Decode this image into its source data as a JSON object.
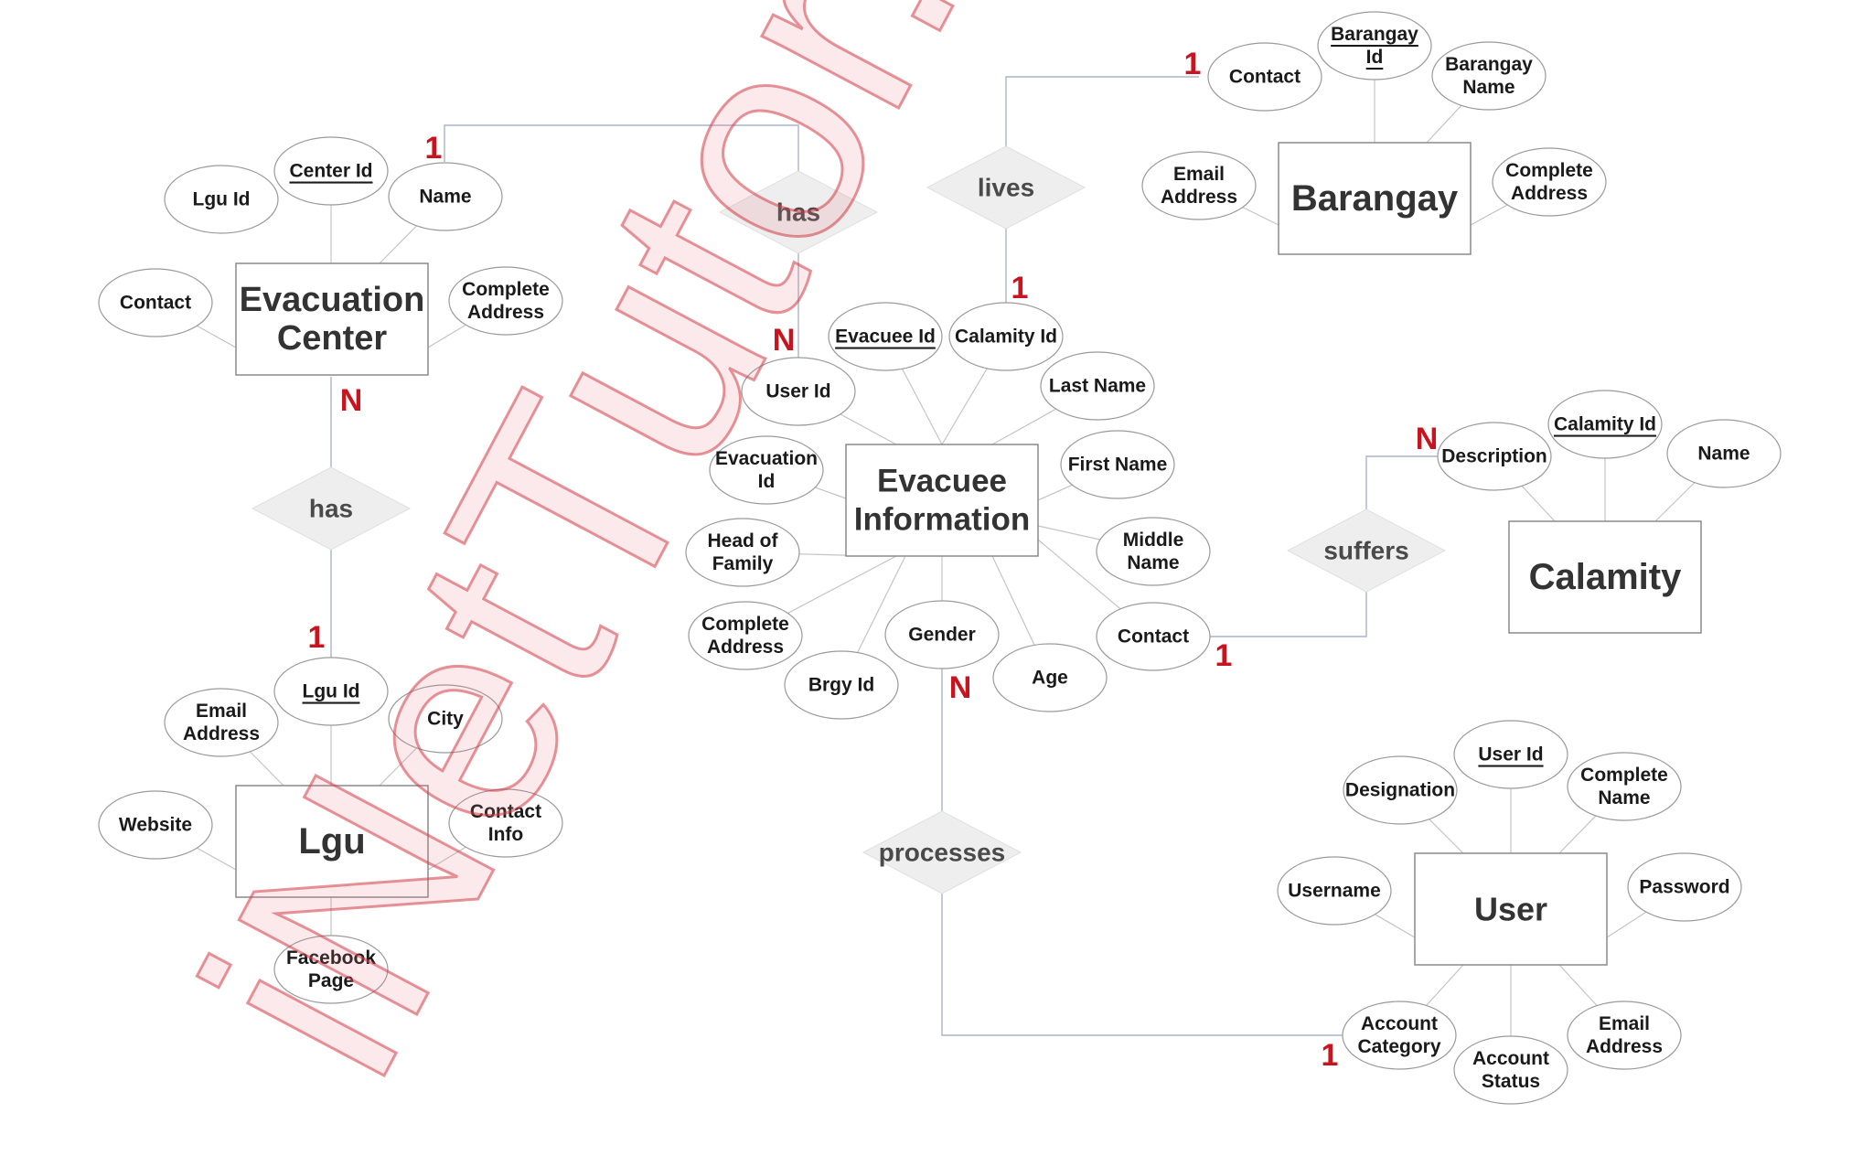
{
  "entities": {
    "evacuation_center": [
      "Evacuation",
      "Center"
    ],
    "lgu": [
      "Lgu"
    ],
    "evacuee": [
      "Evacuee",
      "Information"
    ],
    "barangay": [
      "Barangay"
    ],
    "calamity": [
      "Calamity"
    ],
    "user": [
      "User"
    ]
  },
  "attributes": {
    "ec_lgu_id": [
      "Lgu Id"
    ],
    "ec_center_id": [
      "Center Id"
    ],
    "ec_name": [
      "Name"
    ],
    "ec_contact": [
      "Contact"
    ],
    "ec_address": [
      "Complete",
      "Address"
    ],
    "lgu_email": [
      "Email",
      "Address"
    ],
    "lgu_id": [
      "Lgu Id"
    ],
    "lgu_city": [
      "City"
    ],
    "lgu_website": [
      "Website"
    ],
    "lgu_contact": [
      "Contact",
      "Info"
    ],
    "lgu_facebook": [
      "Facebook",
      "Page"
    ],
    "ev_id": [
      "Evacuee Id"
    ],
    "ev_calamity_id": [
      "Calamity Id"
    ],
    "ev_user_id": [
      "User Id"
    ],
    "ev_last_name": [
      "Last Name"
    ],
    "ev_evacuation_id": [
      "Evacuation",
      "Id"
    ],
    "ev_first_name": [
      "First Name"
    ],
    "ev_head": [
      "Head of",
      "Family"
    ],
    "ev_middle": [
      "Middle",
      "Name"
    ],
    "ev_address": [
      "Complete",
      "Address"
    ],
    "ev_gender": [
      "Gender"
    ],
    "ev_contact": [
      "Contact"
    ],
    "ev_brgy": [
      "Brgy Id"
    ],
    "ev_age": [
      "Age"
    ],
    "br_contact": [
      "Contact"
    ],
    "br_id": [
      "Barangay",
      "Id"
    ],
    "br_name": [
      "Barangay",
      "Name"
    ],
    "br_email": [
      "Email",
      "Address"
    ],
    "br_address": [
      "Complete",
      "Address"
    ],
    "ca_description": [
      "Description"
    ],
    "ca_id": [
      "Calamity Id"
    ],
    "ca_name": [
      "Name"
    ],
    "us_designation": [
      "Designation"
    ],
    "us_id": [
      "User Id"
    ],
    "us_name": [
      "Complete",
      "Name"
    ],
    "us_username": [
      "Username"
    ],
    "us_password": [
      "Password"
    ],
    "us_category": [
      "Account",
      "Category"
    ],
    "us_status": [
      "Account",
      "Status"
    ],
    "us_email": [
      "Email",
      "Address"
    ]
  },
  "relationships": {
    "has_top": "has",
    "has_left": "has",
    "lives": "lives",
    "suffers": "suffers",
    "processes": "processes"
  },
  "cardinalities": {
    "ec_has_top": "1",
    "ev_has_top": "N",
    "ec_has_left": "N",
    "lgu_has_left": "1",
    "br_lives": "1",
    "ev_lives": "1",
    "ca_suffers": "N",
    "ev_suffers": "1",
    "ev_processes": "N",
    "us_processes": "1"
  },
  "watermark": "iNetTutor.com"
}
